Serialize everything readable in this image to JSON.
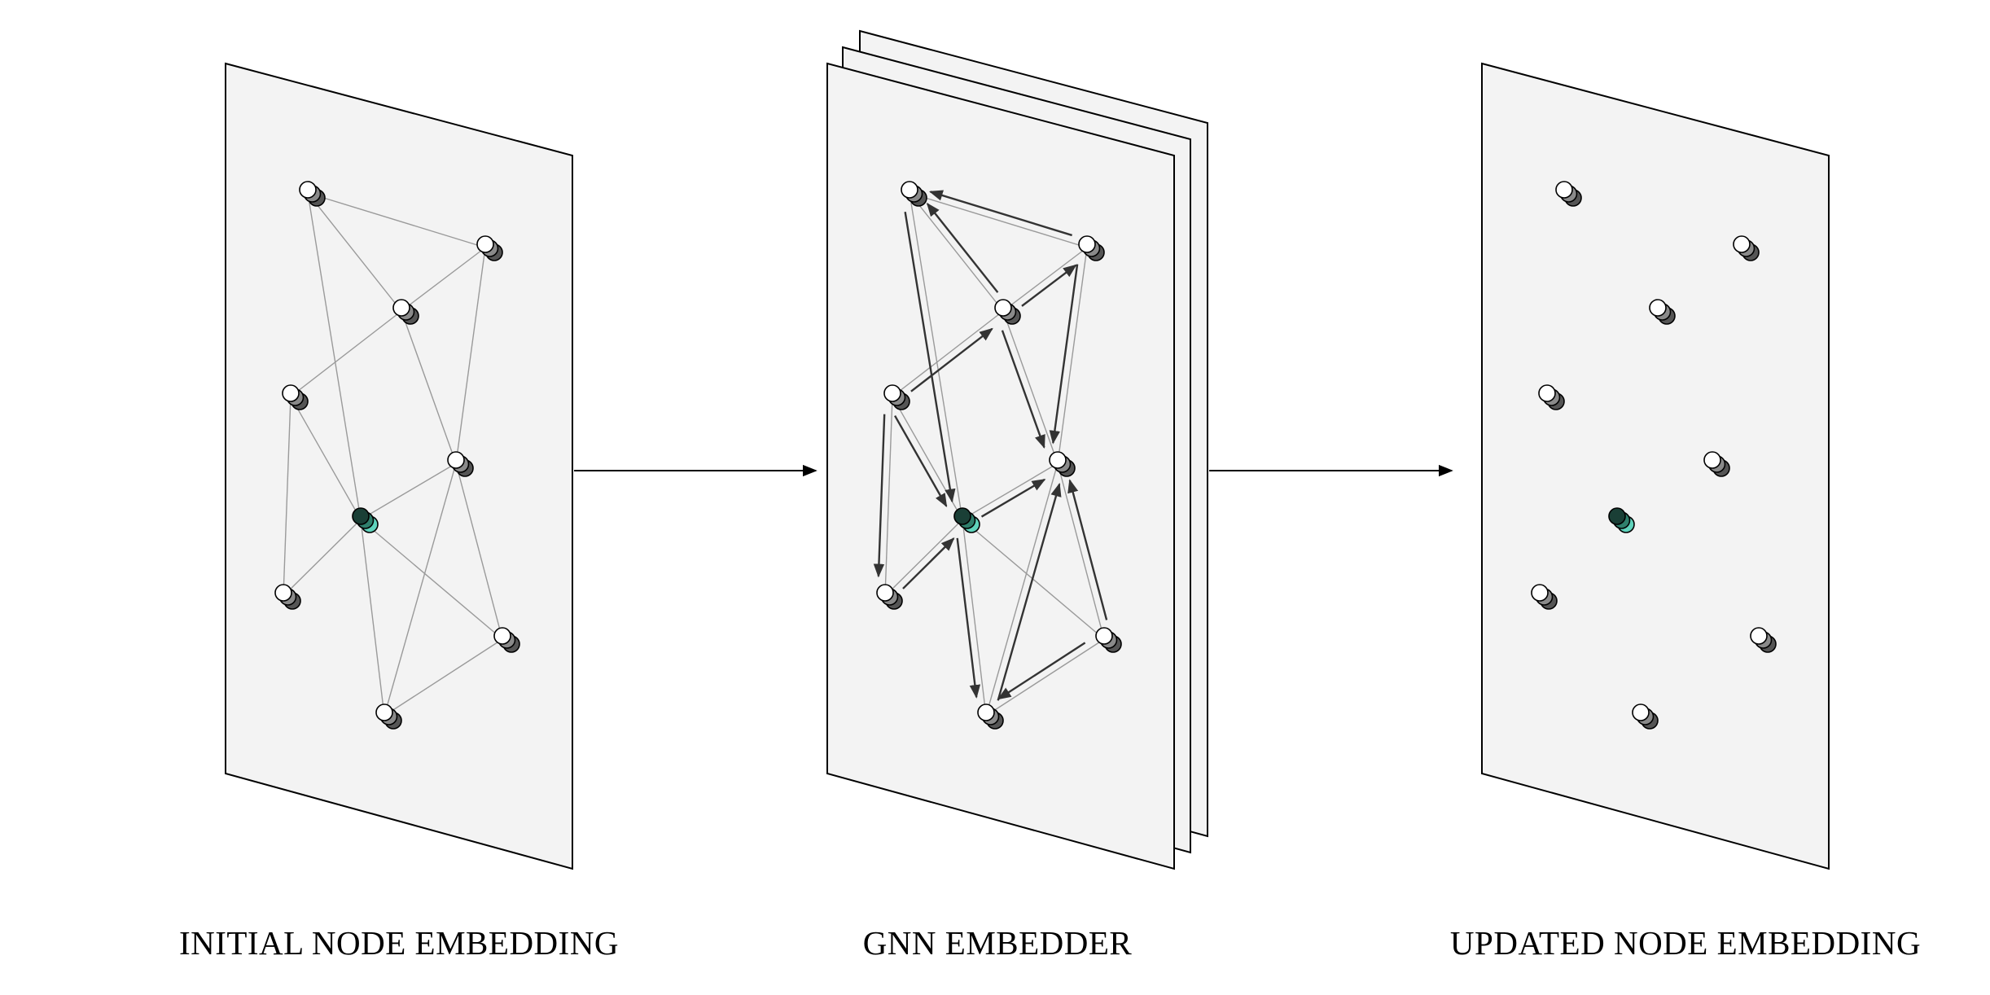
{
  "labels": {
    "initial": "INITIAL NODE EMBEDDING",
    "gnn": "GNN EMBEDDER",
    "updated": "UPDATED NODE EMBEDDING"
  },
  "colors": {
    "panel_fill": "#f3f3f3",
    "panel_stroke": "#000000",
    "node_front": "#ffffff",
    "node_back": "#555555",
    "target_front": "#1a3f36",
    "target_back": "#5fd3bc",
    "edge": "#9a9a9a",
    "message_arrow": "#333333"
  },
  "graph": {
    "nodes": [
      "n1",
      "n2",
      "n3",
      "n4",
      "n5",
      "n6",
      "n7",
      "n8",
      "n9"
    ],
    "target_node": "n6",
    "edges": [
      [
        "n1",
        "n2"
      ],
      [
        "n1",
        "n3"
      ],
      [
        "n1",
        "n6"
      ],
      [
        "n2",
        "n3"
      ],
      [
        "n2",
        "n5"
      ],
      [
        "n3",
        "n4"
      ],
      [
        "n3",
        "n5"
      ],
      [
        "n4",
        "n6"
      ],
      [
        "n4",
        "n7"
      ],
      [
        "n5",
        "n6"
      ],
      [
        "n5",
        "n8"
      ],
      [
        "n5",
        "n9"
      ],
      [
        "n6",
        "n7"
      ],
      [
        "n6",
        "n8"
      ],
      [
        "n6",
        "n9"
      ],
      [
        "n8",
        "n9"
      ]
    ],
    "messages": [
      [
        "n2",
        "n1"
      ],
      [
        "n3",
        "n1"
      ],
      [
        "n1",
        "n6"
      ],
      [
        "n4",
        "n3"
      ],
      [
        "n3",
        "n2"
      ],
      [
        "n3",
        "n5"
      ],
      [
        "n4",
        "n7"
      ],
      [
        "n7",
        "n6"
      ],
      [
        "n4",
        "n6"
      ],
      [
        "n6",
        "n5"
      ],
      [
        "n2",
        "n5"
      ],
      [
        "n6",
        "n9"
      ],
      [
        "n9",
        "n5"
      ],
      [
        "n8",
        "n9"
      ],
      [
        "n8",
        "n5"
      ]
    ]
  }
}
